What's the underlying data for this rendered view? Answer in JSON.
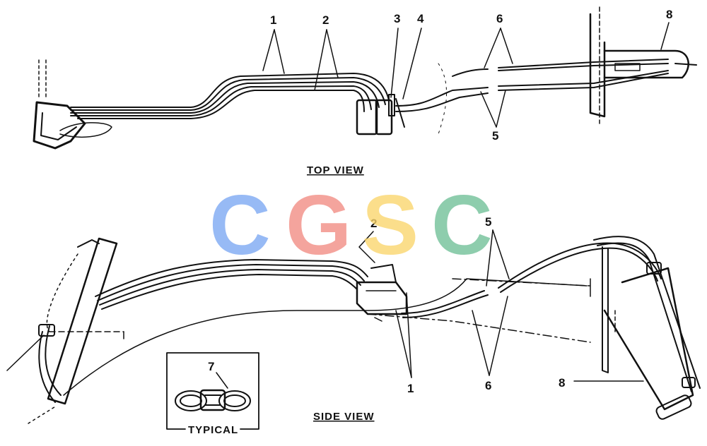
{
  "views": {
    "top": {
      "title": "TOP VIEW"
    },
    "side": {
      "title": "SIDE VIEW"
    },
    "inset": {
      "title": "TYPICAL"
    }
  },
  "callouts": {
    "top": {
      "c1": "1",
      "c2": "2",
      "c3": "3",
      "c4": "4",
      "c5": "5",
      "c6": "6",
      "c8": "8"
    },
    "side": {
      "c1": "1",
      "c2": "2",
      "c5": "5",
      "c6": "6",
      "c8": "8"
    },
    "inset": {
      "c7": "7"
    }
  },
  "watermark": {
    "letters": [
      "C",
      "G",
      "S",
      "C"
    ],
    "colors": [
      "#7aa7f3",
      "#f28b82",
      "#fbd66b",
      "#6fbf97"
    ]
  }
}
